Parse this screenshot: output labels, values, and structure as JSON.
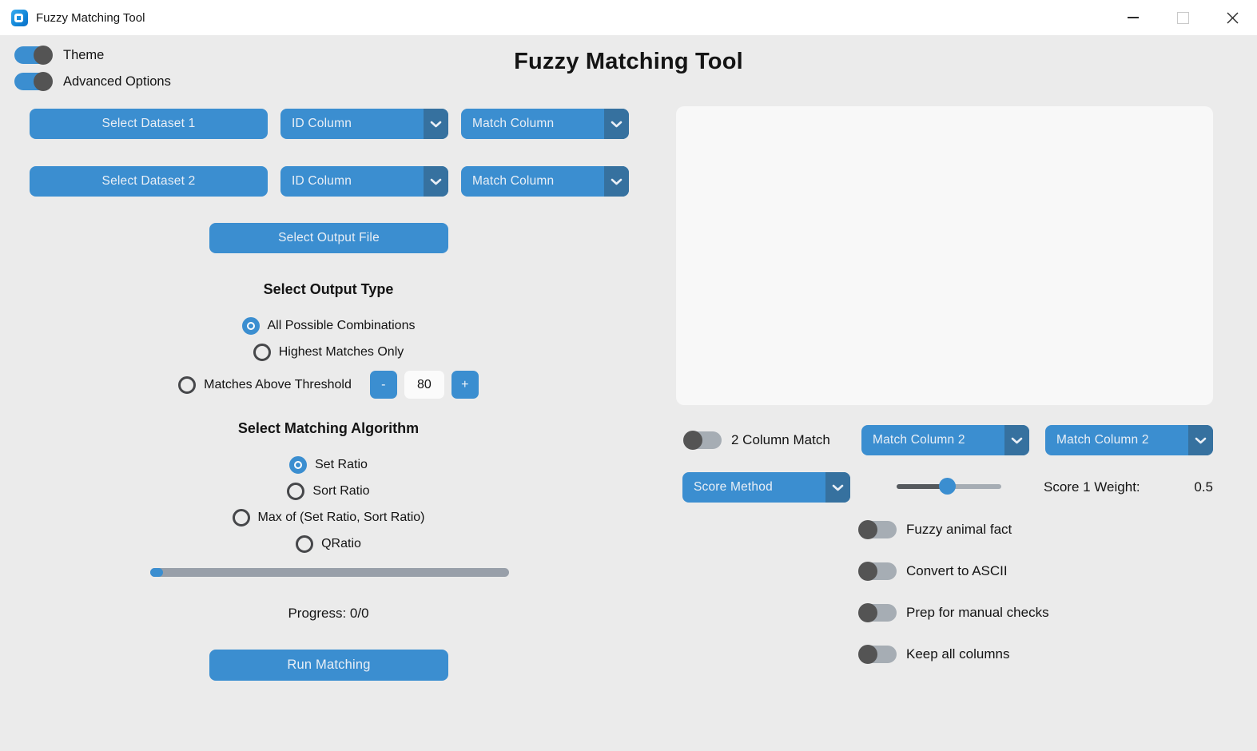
{
  "window": {
    "title": "Fuzzy Matching Tool"
  },
  "header": {
    "title": "Fuzzy Matching Tool"
  },
  "theme_toggle": {
    "label": "Theme",
    "on": true
  },
  "advanced_toggle": {
    "label": "Advanced Options",
    "on": true
  },
  "datasets": {
    "row1": {
      "select_button": "Select Dataset 1",
      "id_column": "ID Column",
      "match_column": "Match Column"
    },
    "row2": {
      "select_button": "Select Dataset 2",
      "id_column": "ID Column",
      "match_column": "Match Column"
    }
  },
  "output_file_button": "Select Output File",
  "output_type": {
    "heading": "Select Output Type",
    "option1": {
      "label": "All Possible Combinations",
      "selected": true
    },
    "option2": {
      "label": "Highest Matches Only",
      "selected": false
    },
    "option3": {
      "label": "Matches Above Threshold",
      "selected": false
    },
    "threshold": {
      "minus_label": "-",
      "value": "80",
      "plus_label": "+"
    }
  },
  "algorithm": {
    "heading": "Select Matching Algorithm",
    "option1": {
      "label": "Set Ratio",
      "selected": true
    },
    "option2": {
      "label": "Sort Ratio",
      "selected": false
    },
    "option3": {
      "label": "Max of (Set Ratio, Sort Ratio)",
      "selected": false
    },
    "option4": {
      "label": "QRatio",
      "selected": false
    }
  },
  "progress": {
    "label": "Progress: 0/0",
    "percent": 0
  },
  "run_button": "Run Matching",
  "results_textbox": {
    "content": ""
  },
  "advanced_panel": {
    "two_column_match": {
      "label": "2 Column Match",
      "on": false
    },
    "match_column_2_first": "Match Column 2",
    "match_column_2_second": "Match Column 2",
    "score_method": "Score Method",
    "score_weight": {
      "label": "Score 1 Weight:",
      "value": "0.5",
      "slider_percent": 48
    },
    "toggle1": {
      "label": "Fuzzy animal fact",
      "on": false
    },
    "toggle2": {
      "label": "Convert to ASCII",
      "on": false
    },
    "toggle3": {
      "label": "Prep for manual checks",
      "on": false
    },
    "toggle4": {
      "label": "Keep all columns",
      "on": false
    }
  },
  "colors": {
    "accent": "#3B8ED0",
    "accent_dark": "#36719F",
    "background": "#EBEBEB",
    "titlebar": "#FFFFFF",
    "textbox": "#F8F8F8",
    "toggle_off_track": "#A6ADB4",
    "toggle_knob": "#545454"
  }
}
